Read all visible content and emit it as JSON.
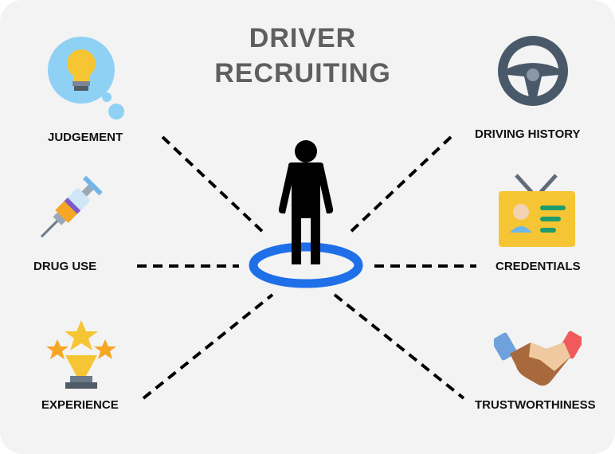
{
  "title": {
    "line1": "DRIVER",
    "line2": "RECRUITING"
  },
  "factors": {
    "judgement": "JUDGEMENT",
    "drug_use": "DRUG USE",
    "experience": "EXPERIENCE",
    "driving_history": "DRIVING HISTORY",
    "credentials": "CREDENTIALS",
    "trustworthiness": "TRUSTWORTHINESS"
  },
  "icons": {
    "judgement": "lightbulb-thought-icon",
    "drug_use": "syringe-icon",
    "experience": "star-trophy-icon",
    "driving_history": "steering-wheel-icon",
    "credentials": "id-badge-icon",
    "trustworthiness": "handshake-icon",
    "center": "person-on-ring-icon"
  },
  "colors": {
    "title": "#5f5f5f",
    "ring": "#1f6fe8",
    "person": "#000000",
    "connector": "#000000"
  }
}
